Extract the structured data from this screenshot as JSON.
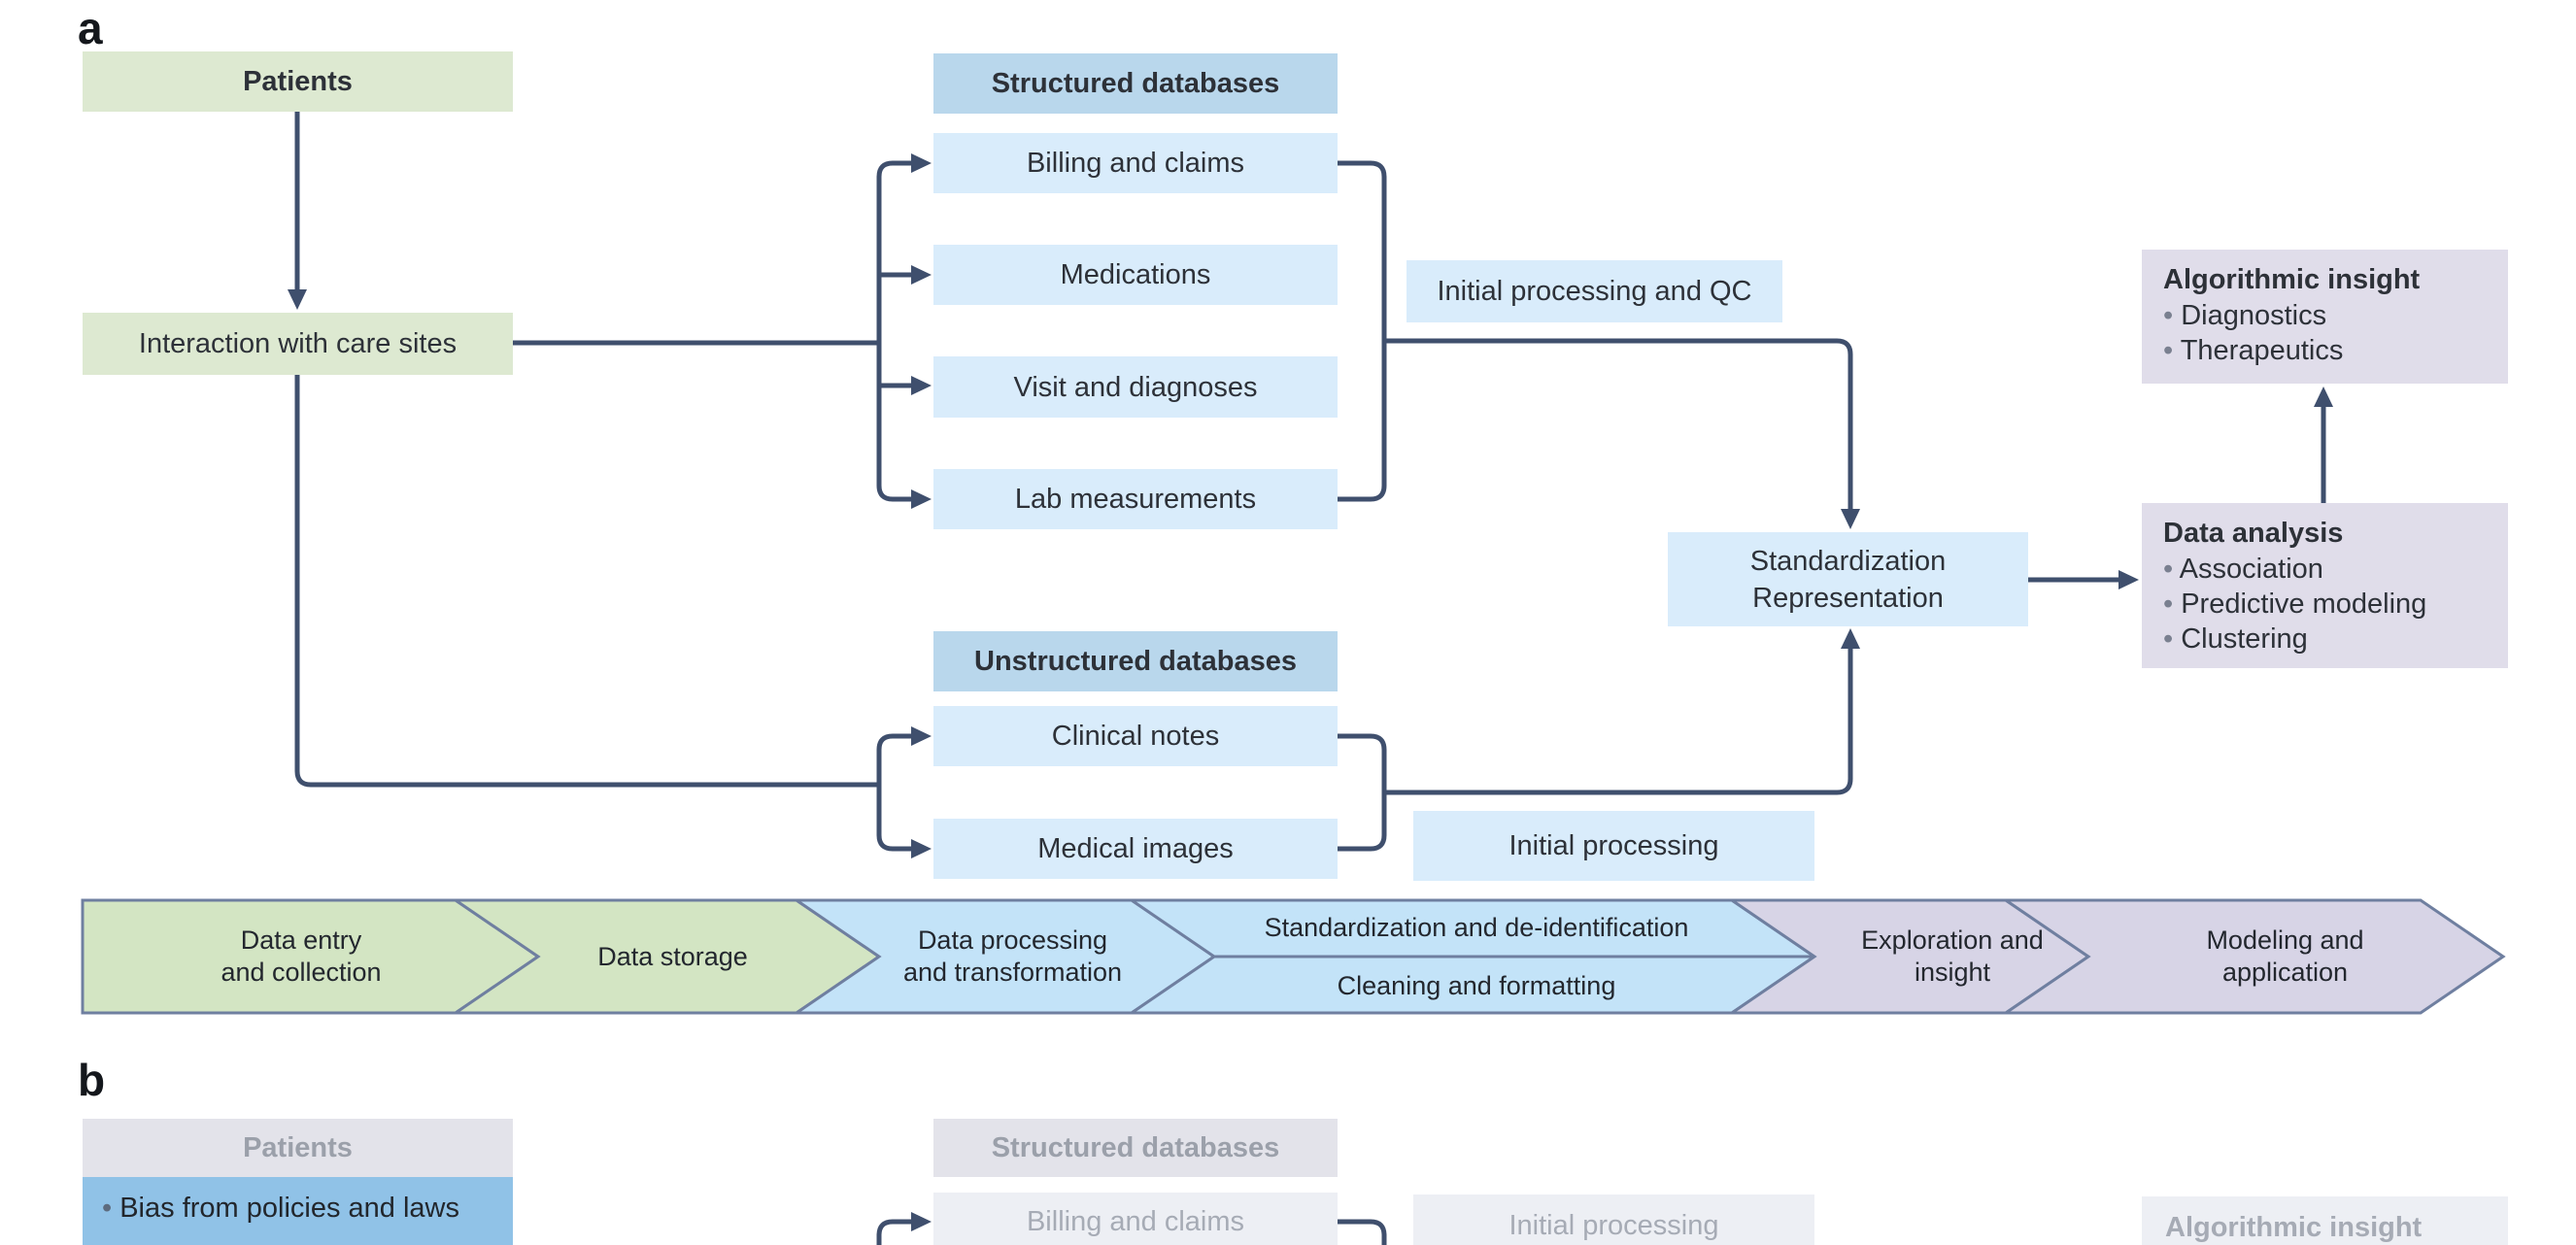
{
  "figure": {
    "type": "healthcare-data-pipeline-diagram"
  },
  "colors": {
    "green_box": "#dde9d1",
    "blue_header": "#b9d7ec",
    "light_blue_box": "#d9ecfb",
    "purple_box": "#e0ddea",
    "banner_green": "#d3e5c3",
    "banner_blue": "#c3e3f8",
    "banner_purple": "#d7d4e6",
    "banner_border": "#6f7fa0",
    "connector": "#3f4f6d",
    "disabled_header_bg": "#e3e3ea",
    "disabled_box_bg": "#edeff4",
    "disabled_text": "#a6abb5",
    "highlight_blue_box": "#90c2e7"
  },
  "panel_a": {
    "label": "a",
    "patients_label": "Patients",
    "interaction_label": "Interaction with care sites",
    "structured_header": "Structured databases",
    "structured_items": [
      "Billing and claims",
      "Medications",
      "Visit and diagnoses",
      "Lab measurements"
    ],
    "initial_processing_qc_label": "Initial processing and QC",
    "unstructured_header": "Unstructured databases",
    "unstructured_items": [
      "Clinical notes",
      "Medical images"
    ],
    "initial_processing_label": "Initial processing",
    "standardization_line1": "Standardization",
    "standardization_line2": "Representation",
    "data_analysis_title": "Data analysis",
    "data_analysis_items": [
      "Association",
      "Predictive modeling",
      "Clustering"
    ],
    "algorithmic_insight_title": "Algorithmic insight",
    "algorithmic_insight_items": [
      "Diagnostics",
      "Therapeutics"
    ]
  },
  "pipeline_banner": {
    "segments": [
      {
        "lines": [
          "Data entry",
          "and collection"
        ]
      },
      {
        "lines": [
          "Data storage"
        ]
      },
      {
        "lines": [
          "Data processing",
          "and transformation"
        ]
      },
      {
        "top": "Standardization and de-identification",
        "bottom": "Cleaning and formatting"
      },
      {
        "lines": [
          "Exploration and",
          "insight"
        ]
      },
      {
        "lines": [
          "Modeling and",
          "application"
        ]
      }
    ]
  },
  "panel_b": {
    "label": "b",
    "patients_label": "Patients",
    "patients_note": "Bias from policies and laws",
    "structured_header": "Structured databases",
    "billing_label": "Billing and claims",
    "initial_processing_label": "Initial processing",
    "algorithmic_insight_title": "Algorithmic insight"
  }
}
